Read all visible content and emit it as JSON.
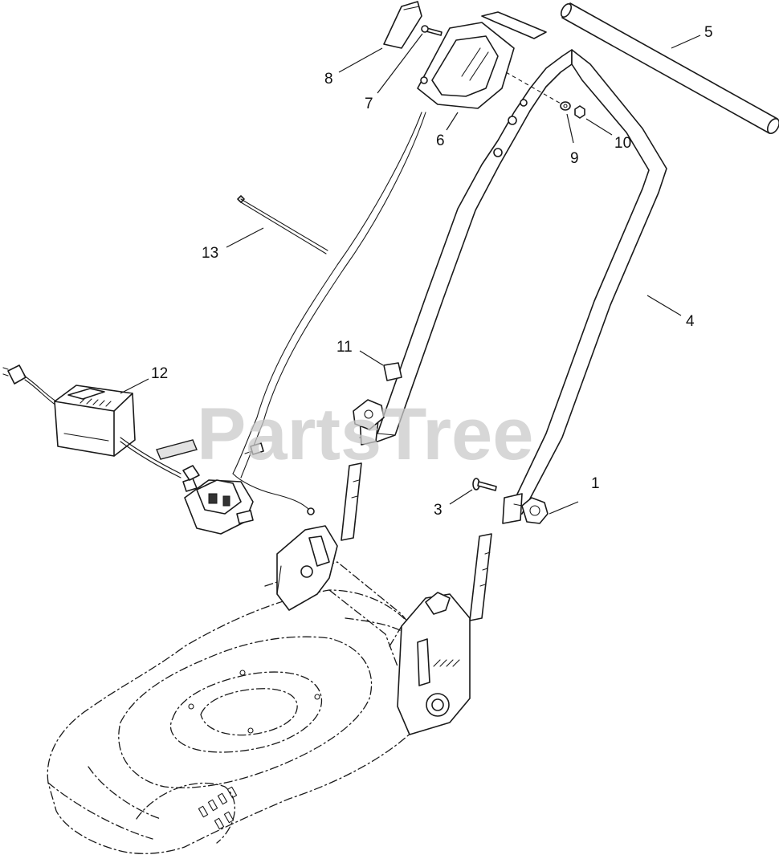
{
  "watermark": "PartsTree",
  "callouts": [
    {
      "id": "1",
      "label": "1"
    },
    {
      "id": "3",
      "label": "3"
    },
    {
      "id": "4",
      "label": "4"
    },
    {
      "id": "5",
      "label": "5"
    },
    {
      "id": "6",
      "label": "6"
    },
    {
      "id": "7",
      "label": "7"
    },
    {
      "id": "8",
      "label": "8"
    },
    {
      "id": "9",
      "label": "9"
    },
    {
      "id": "10",
      "label": "10"
    },
    {
      "id": "11",
      "label": "11"
    },
    {
      "id": "12",
      "label": "12"
    },
    {
      "id": "13",
      "label": "13"
    }
  ]
}
